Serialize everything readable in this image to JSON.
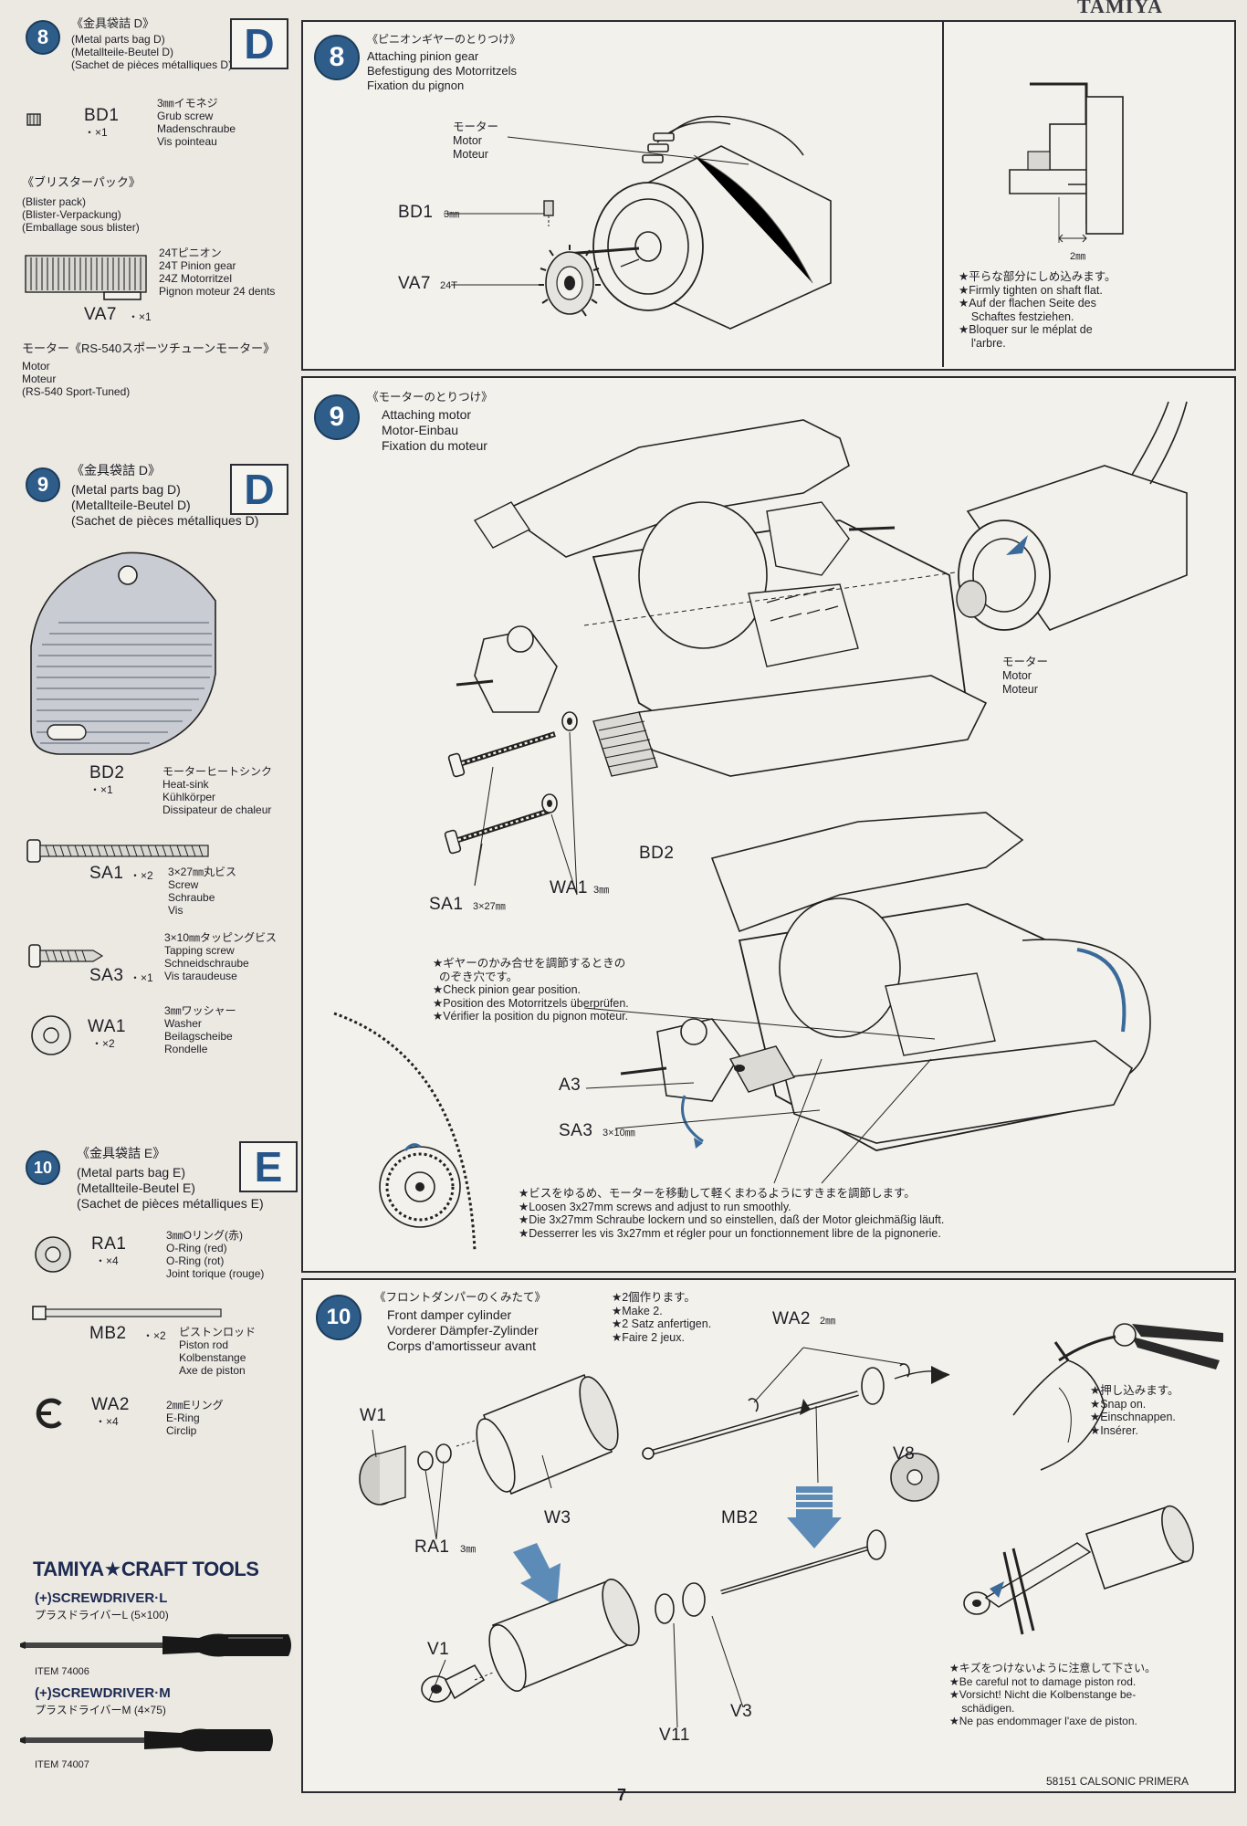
{
  "header": {
    "brand": "TAMIYA"
  },
  "left_column": {
    "step8": {
      "num": "8",
      "bag_title": "《金具袋詰 D》",
      "bag_lines": "(Metal parts bag D)\n(Metallteile-Beutel D)\n(Sachet de pièces métalliques D)",
      "bag_letter": "D",
      "parts": [
        {
          "code": "BD1",
          "qty": "・×1",
          "desc": "3㎜イモネジ\nGrub screw\nMadenschraube\nVis pointeau"
        }
      ],
      "blister_title": "《ブリスターパック》",
      "blister_lines": "(Blister pack)\n(Blister-Verpackung)\n(Emballage sous blister)",
      "gear": {
        "code": "VA7",
        "qty": "・×1",
        "desc": "24Tピニオン\n24T Pinion gear\n24Z Motorritzel\nPignon moteur 24 dents"
      },
      "motor_title": "モーター《RS-540スポーツチューンモーター》",
      "motor_lines": "Motor\nMoteur\n(RS-540 Sport-Tuned)"
    },
    "step9": {
      "num": "9",
      "bag_title": "《金具袋詰 D》",
      "bag_lines": "(Metal parts bag D)\n(Metallteile-Beutel D)\n(Sachet de pièces métalliques D)",
      "bag_letter": "D",
      "parts": [
        {
          "code": "BD2",
          "qty": "・×1",
          "desc": "モーターヒートシンク\nHeat-sink\nKühlkörper\nDissipateur de chaleur"
        },
        {
          "code": "SA1",
          "qty": "・×2",
          "desc": "3×27㎜丸ビス\nScrew\nSchraube\nVis"
        },
        {
          "code": "SA3",
          "qty": "・×1",
          "desc": "3×10㎜タッピングビス\nTapping screw\nSchneidschraube\nVis taraudeuse"
        },
        {
          "code": "WA1",
          "qty": "・×2",
          "desc": "3㎜ワッシャー\nWasher\nBeilagscheibe\nRondelle"
        }
      ]
    },
    "step10": {
      "num": "10",
      "bag_title": "《金具袋詰 E》",
      "bag_lines": "(Metal parts bag E)\n(Metallteile-Beutel E)\n(Sachet de pièces métalliques E)",
      "bag_letter": "E",
      "parts": [
        {
          "code": "RA1",
          "qty": "・×4",
          "desc": "3㎜Oリング(赤)\nO-Ring (red)\nO-Ring (rot)\nJoint torique (rouge)"
        },
        {
          "code": "MB2",
          "qty": "・×2",
          "desc": "ピストンロッド\nPiston rod\nKolbenstange\nAxe de piston"
        },
        {
          "code": "WA2",
          "qty": "・×4",
          "desc": "2㎜Eリング\nE-Ring\nCirclip"
        }
      ]
    },
    "tools": {
      "title": "TAMIYA★CRAFT TOOLS",
      "items": [
        {
          "name": "(+)SCREWDRIVER·L",
          "jp": "プラスドライバーL (5×100)",
          "item": "ITEM 74006"
        },
        {
          "name": "(+)SCREWDRIVER·M",
          "jp": "プラスドライバーM (4×75)",
          "item": "ITEM 74007"
        }
      ]
    }
  },
  "panel8": {
    "num": "8",
    "title": "《ピニオンギヤーのとりつけ》",
    "lines": "Attaching pinion gear\nBefestigung des Motorritzels\nFixation du pignon",
    "motor_label": "モーター\nMotor\nMoteur",
    "bd1": "BD1",
    "bd1_size": "3㎜",
    "va7": "VA7",
    "va7_size": "24T",
    "inset_note": "★平らな部分にしめ込みます。\n★Firmly tighten on shaft flat.\n★Auf der flachen Seite des\n    Schaftes festziehen.\n★Bloquer sur le méplat de\n    l'arbre.",
    "inset_dim": "2㎜"
  },
  "panel9": {
    "num": "9",
    "title": "《モーターのとりつけ》",
    "lines": "Attaching motor\nMotor-Einbau\nFixation du moteur",
    "motor_label": "モーター\nMotor\nMoteur",
    "bd2": "BD2",
    "sa1": "SA1",
    "sa1_size": "3×27㎜",
    "wa1": "WA1",
    "wa1_size": "3㎜",
    "a3": "A3",
    "sa3": "SA3",
    "sa3_size": "3×10㎜",
    "check_note": "★ギヤーのかみ合せを調節するときの\n  のぞき穴です。\n★Check pinion gear position.\n★Position des Motorritzels überprüfen.\n★Vérifier la position du pignon moteur.",
    "adjust_note": "★ビスをゆるめ、モーターを移動して軽くまわるようにすきまを調節します。\n★Loosen 3x27mm screws and adjust to run smoothly.\n★Die 3x27mm Schraube lockern und so einstellen, daß der Motor gleichmäßig läuft.\n★Desserrer les vis 3x27mm et régler pour un fonctionnement libre de la pignonerie."
  },
  "panel10": {
    "num": "10",
    "title": "《フロントダンパーのくみたて》",
    "lines": "Front damper cylinder\nVorderer Dämpfer-Zylinder\nCorps d'amortisseur avant",
    "make_note": "★2個作ります。\n★Make 2.\n★2 Satz anfertigen.\n★Faire 2 jeux.",
    "w1": "W1",
    "w3": "W3",
    "ra1": "RA1",
    "ra1_size": "3㎜",
    "mb2": "MB2",
    "wa2": "WA2",
    "wa2_size": "2㎜",
    "v8": "V8",
    "v1": "V1",
    "v11": "V11",
    "v3": "V3",
    "snap_note": "★押し込みます。\n★Snap on.\n★Einschnappen.\n★Insérer.",
    "careful_note": "★キズをつけないように注意して下さい。\n★Be careful not to damage piston rod.\n★Vorsicht! Nicht die Kolbenstange be-\n    schädigen.\n★Ne pas endommager l'axe de piston."
  },
  "footer": {
    "page": "7",
    "code": "58151 CALSONIC PRIMERA"
  }
}
